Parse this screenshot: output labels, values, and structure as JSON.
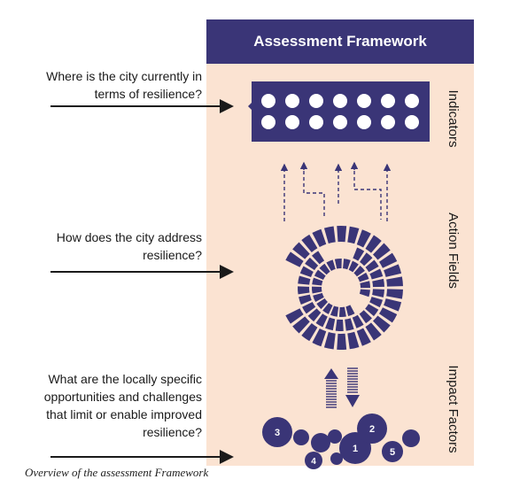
{
  "header": {
    "title": "Assessment Framework"
  },
  "questions": [
    {
      "lines": [
        "Where is the city currently in",
        "terms of resilience?"
      ]
    },
    {
      "lines": [
        "How does the city address",
        "resilience?"
      ]
    },
    {
      "lines": [
        "What are the locally specific",
        "opportunities and challenges",
        "that limit or enable improved",
        "resilience?"
      ]
    }
  ],
  "side_labels": {
    "indicators": "Indicators",
    "action_fields": "Action Fields",
    "impact_factors": "Impact Factors"
  },
  "impact_bubbles": [
    "3",
    "2",
    "1",
    "5",
    "4"
  ],
  "caption": "Overview of the assessment Framework",
  "colors": {
    "navy": "#3a3577",
    "panel": "#fbe3d2"
  }
}
